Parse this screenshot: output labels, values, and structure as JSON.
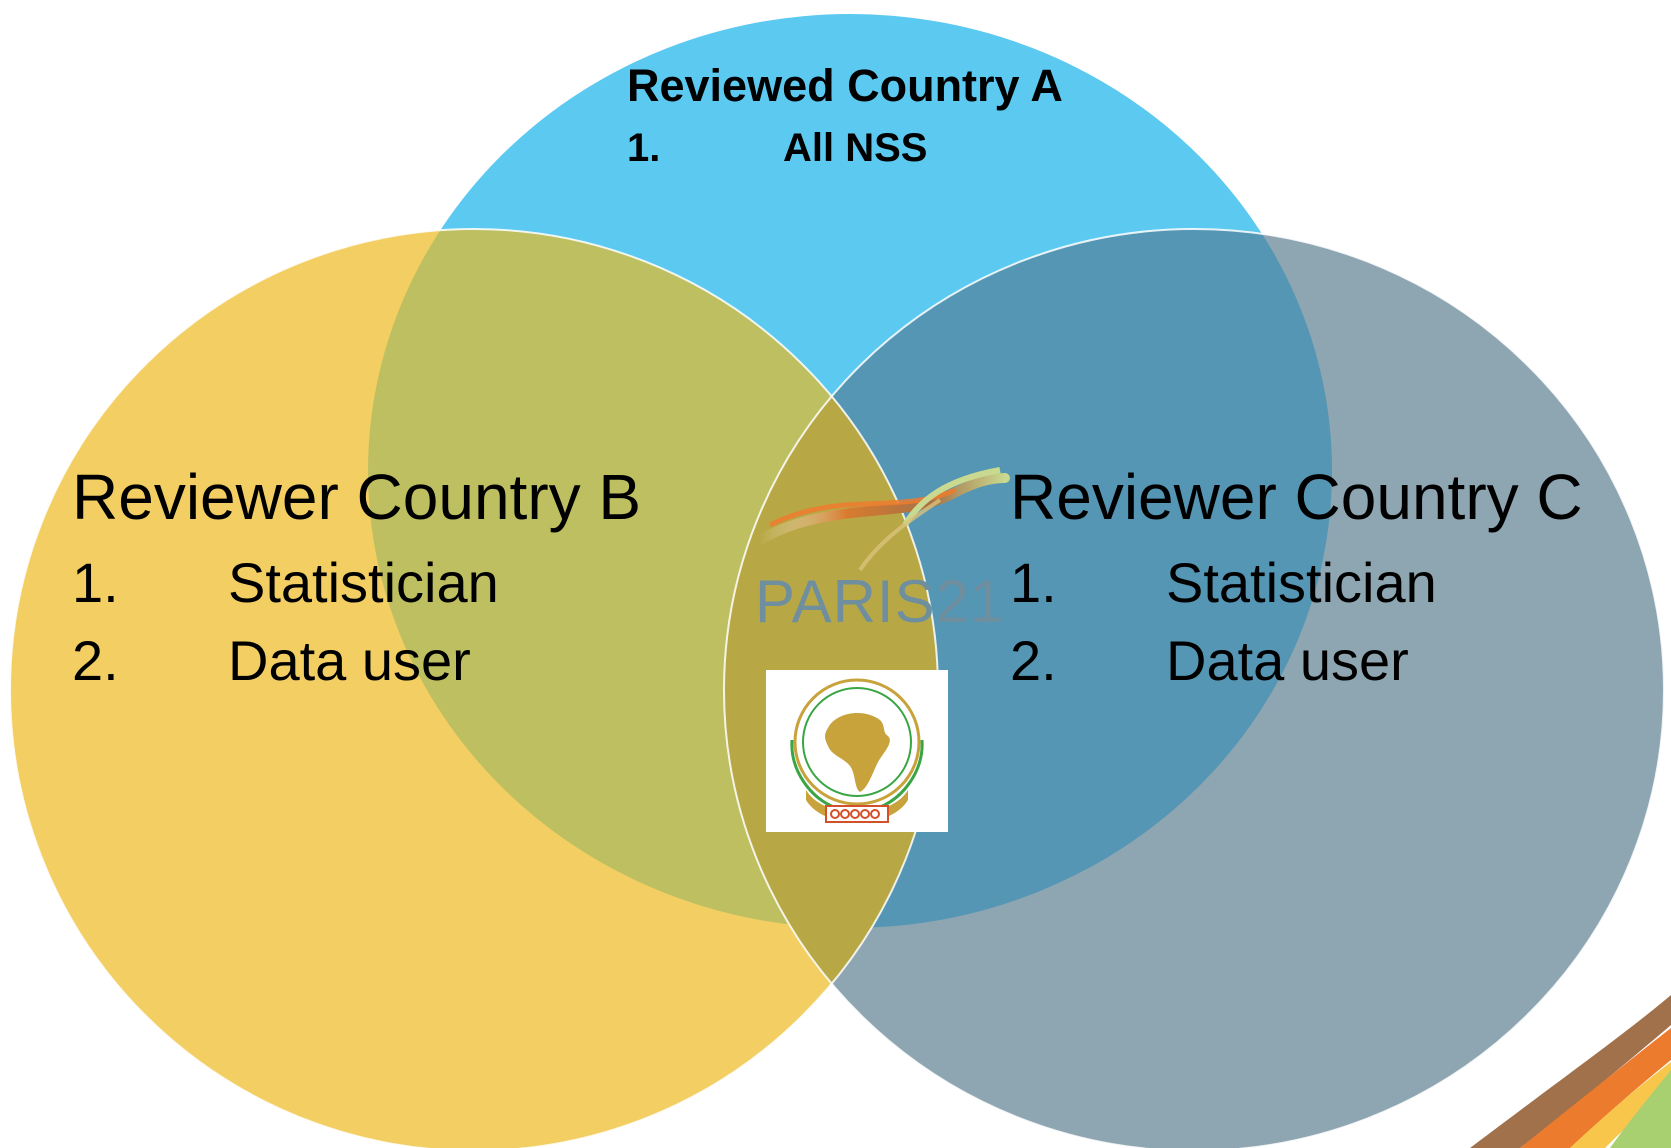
{
  "top_heading": {
    "visible_text": "",
    "color": "#2bb34a"
  },
  "circle_a": {
    "title": "Reviewed Country A",
    "items": [
      {
        "num": "1.",
        "text": "All NSS"
      }
    ],
    "color": "#5cc9f1"
  },
  "circle_b": {
    "title": "Reviewer Country B",
    "items": [
      {
        "num": "1.",
        "text": "Statistician"
      },
      {
        "num": "2.",
        "text": "Data user"
      }
    ],
    "color": "#f2ce63"
  },
  "circle_c": {
    "title": "Reviewer Country C",
    "items": [
      {
        "num": "1.",
        "text": "Statistician"
      },
      {
        "num": "2.",
        "text": "Data user"
      }
    ],
    "color": "#8ea5b2"
  },
  "logos": {
    "paris21": "PARIS21",
    "african_union_emblem": "african-union-emblem-icon",
    "paris21_ribbon": "ribbon-swoosh-icon"
  },
  "colors": {
    "overlap_ab": "#bebf60",
    "overlap_ac": "#5496b4",
    "overlap_abc": "#b8a845",
    "swoosh_orange": "#ed7b2e",
    "swoosh_brown": "#a0714a",
    "swoosh_green": "#a8cf70"
  }
}
